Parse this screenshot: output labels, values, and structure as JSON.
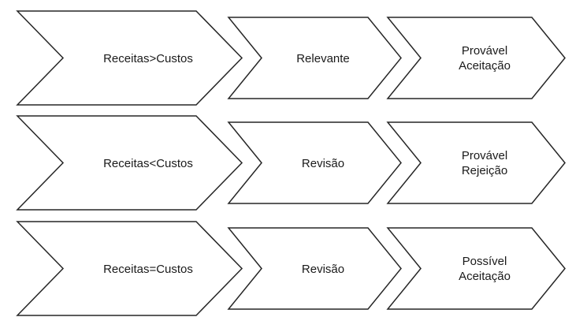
{
  "diagram": {
    "type": "chevron-process-flow",
    "background_color": "#ffffff",
    "stroke_color": "#262626",
    "text_color": "#1a1a1a",
    "rows": [
      {
        "row_name": "receitas-maior-custos",
        "steps": [
          {
            "label": "Receitas>Custos"
          },
          {
            "label": "Relevante"
          },
          {
            "label": "Provável\nAceitação"
          }
        ]
      },
      {
        "row_name": "receitas-menor-custos",
        "steps": [
          {
            "label": "Receitas<Custos"
          },
          {
            "label": "Revisão"
          },
          {
            "label": "Provável\nRejeição"
          }
        ]
      },
      {
        "row_name": "receitas-igual-custos",
        "steps": [
          {
            "label": "Receitas=Custos"
          },
          {
            "label": "Revisão"
          },
          {
            "label": "Possível\nAceitação"
          }
        ]
      }
    ]
  }
}
